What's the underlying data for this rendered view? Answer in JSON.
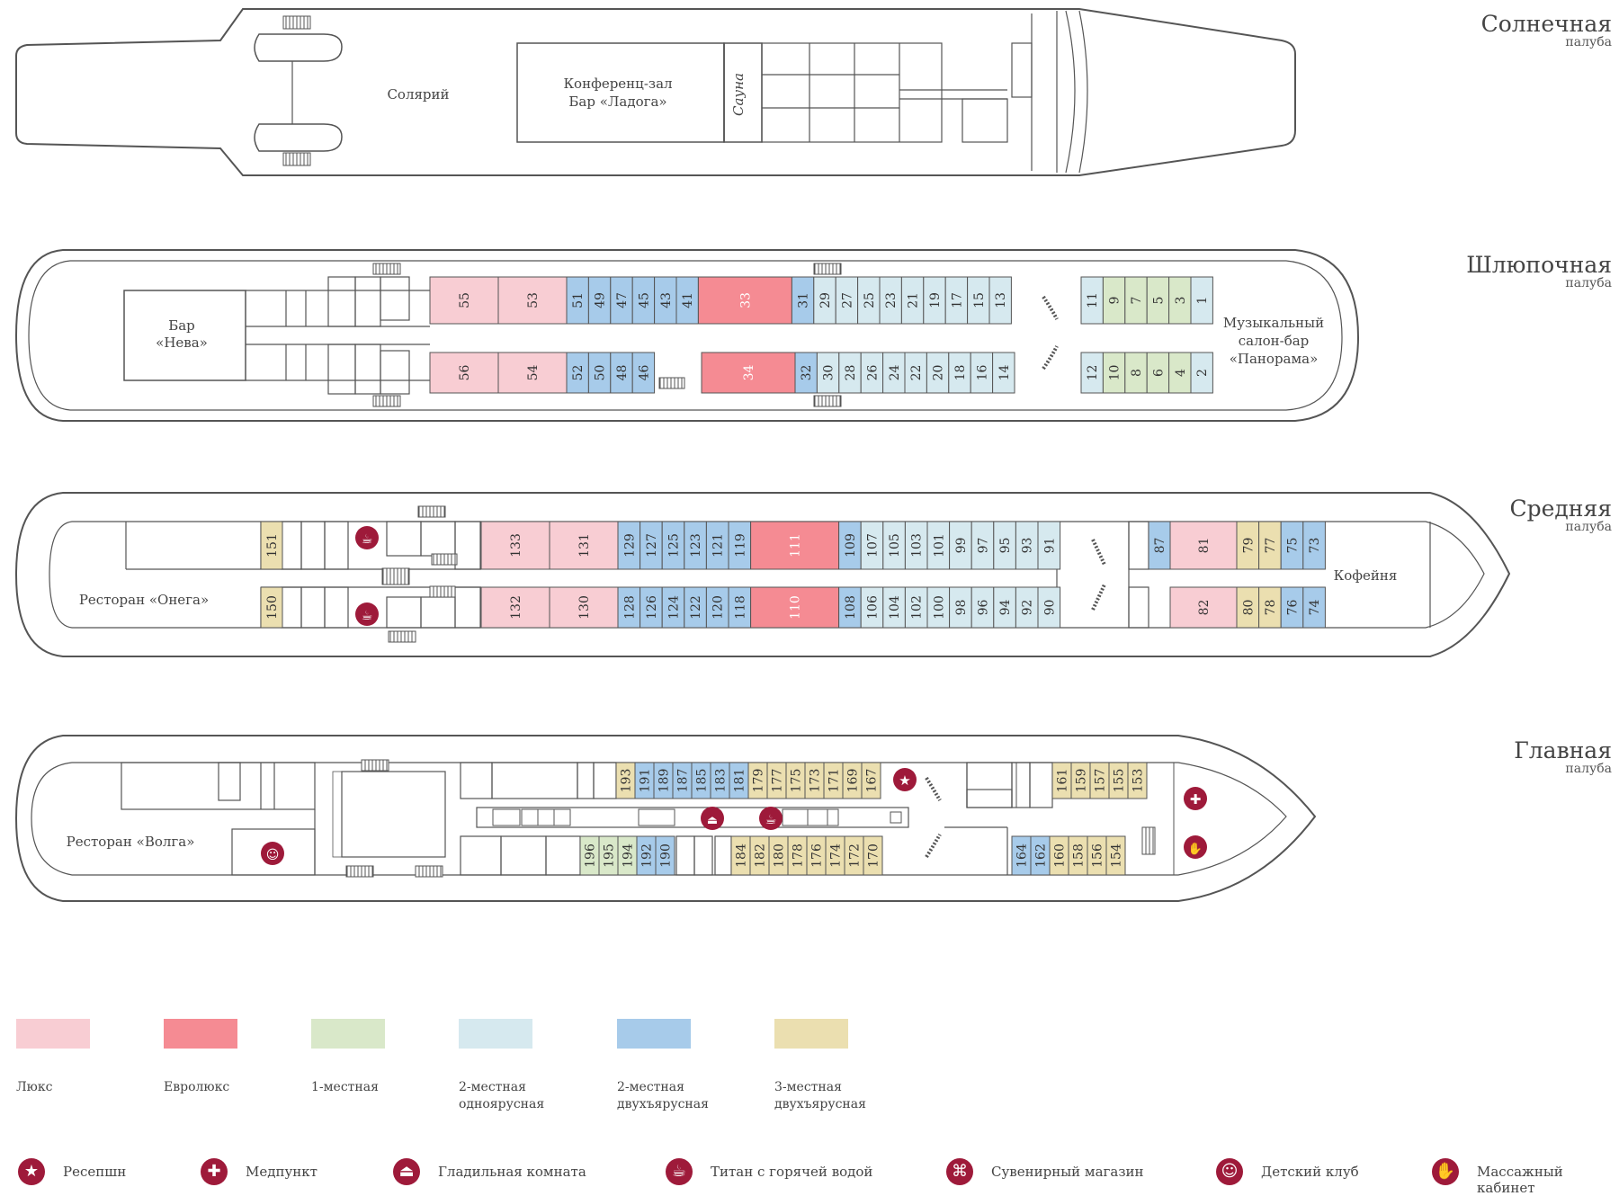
{
  "colors": {
    "lux": "#f8cdd3",
    "eurolux": "#f58b93",
    "single": "#d9e8c9",
    "double_single": "#d6e9ef",
    "double_bunk": "#a7cbea",
    "triple_bunk": "#ebdfb0",
    "stroke": "#555555",
    "accent": "#9e1a3a"
  },
  "decks": [
    {
      "title": "Солнечная",
      "subtitle": "палуба"
    },
    {
      "title": "Шлюпочная",
      "subtitle": "палуба"
    },
    {
      "title": "Средняя",
      "subtitle": "палуба"
    },
    {
      "title": "Главная",
      "subtitle": "палуба"
    }
  ],
  "areas": {
    "sun_solarium": "Солярий",
    "sun_conf_1": "Конференц-зал",
    "sun_conf_2": "Бар «Ладога»",
    "sun_sauna": "Сауна",
    "boat_bar_1": "Бар",
    "boat_bar_2": "«Нева»",
    "boat_music_1": "Музыкальный",
    "boat_music_2": "салон-бар",
    "boat_music_3": "«Панорама»",
    "mid_restaurant": "Ресторан «Онега»",
    "mid_cafe": "Кофейня",
    "main_restaurant": "Ресторан «Волга»"
  },
  "cabins": {
    "boat_top": [
      {
        "n": "55",
        "c": "lux"
      },
      {
        "n": "53",
        "c": "lux"
      },
      {
        "n": "51",
        "c": "double_bunk"
      },
      {
        "n": "49",
        "c": "double_bunk"
      },
      {
        "n": "47",
        "c": "double_bunk"
      },
      {
        "n": "45",
        "c": "double_bunk"
      },
      {
        "n": "43",
        "c": "double_bunk"
      },
      {
        "n": "41",
        "c": "double_bunk"
      },
      {
        "n": "33",
        "c": "eurolux"
      },
      {
        "n": "31",
        "c": "double_bunk"
      },
      {
        "n": "29",
        "c": "double_single"
      },
      {
        "n": "27",
        "c": "double_single"
      },
      {
        "n": "25",
        "c": "double_single"
      },
      {
        "n": "23",
        "c": "double_single"
      },
      {
        "n": "21",
        "c": "double_single"
      },
      {
        "n": "19",
        "c": "double_single"
      },
      {
        "n": "17",
        "c": "double_single"
      },
      {
        "n": "15",
        "c": "double_single"
      },
      {
        "n": "13",
        "c": "double_single"
      },
      {
        "n": "11",
        "c": "double_single"
      },
      {
        "n": "9",
        "c": "single"
      },
      {
        "n": "7",
        "c": "single"
      },
      {
        "n": "5",
        "c": "single"
      },
      {
        "n": "3",
        "c": "single"
      },
      {
        "n": "1",
        "c": "double_single"
      }
    ],
    "boat_bottom": [
      {
        "n": "56",
        "c": "lux"
      },
      {
        "n": "54",
        "c": "lux"
      },
      {
        "n": "52",
        "c": "double_bunk"
      },
      {
        "n": "50",
        "c": "double_bunk"
      },
      {
        "n": "48",
        "c": "double_bunk"
      },
      {
        "n": "46",
        "c": "double_bunk"
      },
      {
        "n": "34",
        "c": "eurolux"
      },
      {
        "n": "32",
        "c": "double_bunk"
      },
      {
        "n": "30",
        "c": "double_single"
      },
      {
        "n": "28",
        "c": "double_single"
      },
      {
        "n": "26",
        "c": "double_single"
      },
      {
        "n": "24",
        "c": "double_single"
      },
      {
        "n": "22",
        "c": "double_single"
      },
      {
        "n": "20",
        "c": "double_single"
      },
      {
        "n": "18",
        "c": "double_single"
      },
      {
        "n": "16",
        "c": "double_single"
      },
      {
        "n": "14",
        "c": "double_single"
      },
      {
        "n": "12",
        "c": "double_single"
      },
      {
        "n": "10",
        "c": "single"
      },
      {
        "n": "8",
        "c": "single"
      },
      {
        "n": "6",
        "c": "single"
      },
      {
        "n": "4",
        "c": "single"
      },
      {
        "n": "2",
        "c": "double_single"
      }
    ],
    "mid_top": [
      {
        "n": "151",
        "c": "triple_bunk"
      },
      {
        "n": "133",
        "c": "lux"
      },
      {
        "n": "131",
        "c": "lux"
      },
      {
        "n": "129",
        "c": "double_bunk"
      },
      {
        "n": "127",
        "c": "double_bunk"
      },
      {
        "n": "125",
        "c": "double_bunk"
      },
      {
        "n": "123",
        "c": "double_bunk"
      },
      {
        "n": "121",
        "c": "double_bunk"
      },
      {
        "n": "119",
        "c": "double_bunk"
      },
      {
        "n": "111",
        "c": "eurolux"
      },
      {
        "n": "109",
        "c": "double_bunk"
      },
      {
        "n": "107",
        "c": "double_single"
      },
      {
        "n": "105",
        "c": "double_single"
      },
      {
        "n": "103",
        "c": "double_single"
      },
      {
        "n": "101",
        "c": "double_single"
      },
      {
        "n": "99",
        "c": "double_single"
      },
      {
        "n": "97",
        "c": "double_single"
      },
      {
        "n": "95",
        "c": "double_single"
      },
      {
        "n": "93",
        "c": "double_single"
      },
      {
        "n": "91",
        "c": "double_single"
      },
      {
        "n": "87",
        "c": "double_bunk"
      },
      {
        "n": "81",
        "c": "lux"
      },
      {
        "n": "79",
        "c": "triple_bunk"
      },
      {
        "n": "77",
        "c": "triple_bunk"
      },
      {
        "n": "75",
        "c": "double_bunk"
      },
      {
        "n": "73",
        "c": "double_bunk"
      }
    ],
    "mid_bottom": [
      {
        "n": "150",
        "c": "triple_bunk"
      },
      {
        "n": "132",
        "c": "lux"
      },
      {
        "n": "130",
        "c": "lux"
      },
      {
        "n": "128",
        "c": "double_bunk"
      },
      {
        "n": "126",
        "c": "double_bunk"
      },
      {
        "n": "124",
        "c": "double_bunk"
      },
      {
        "n": "122",
        "c": "double_bunk"
      },
      {
        "n": "120",
        "c": "double_bunk"
      },
      {
        "n": "118",
        "c": "double_bunk"
      },
      {
        "n": "110",
        "c": "eurolux"
      },
      {
        "n": "108",
        "c": "double_bunk"
      },
      {
        "n": "106",
        "c": "double_single"
      },
      {
        "n": "104",
        "c": "double_single"
      },
      {
        "n": "102",
        "c": "double_single"
      },
      {
        "n": "100",
        "c": "double_single"
      },
      {
        "n": "98",
        "c": "double_single"
      },
      {
        "n": "96",
        "c": "double_single"
      },
      {
        "n": "94",
        "c": "double_single"
      },
      {
        "n": "92",
        "c": "double_single"
      },
      {
        "n": "90",
        "c": "double_single"
      },
      {
        "n": "82",
        "c": "lux"
      },
      {
        "n": "80",
        "c": "triple_bunk"
      },
      {
        "n": "78",
        "c": "triple_bunk"
      },
      {
        "n": "76",
        "c": "double_bunk"
      },
      {
        "n": "74",
        "c": "double_bunk"
      }
    ],
    "main_top": [
      {
        "n": "193",
        "c": "triple_bunk"
      },
      {
        "n": "191",
        "c": "double_bunk"
      },
      {
        "n": "189",
        "c": "double_bunk"
      },
      {
        "n": "187",
        "c": "double_bunk"
      },
      {
        "n": "185",
        "c": "double_bunk"
      },
      {
        "n": "183",
        "c": "double_bunk"
      },
      {
        "n": "181",
        "c": "double_bunk"
      },
      {
        "n": "179",
        "c": "triple_bunk"
      },
      {
        "n": "177",
        "c": "triple_bunk"
      },
      {
        "n": "175",
        "c": "triple_bunk"
      },
      {
        "n": "173",
        "c": "triple_bunk"
      },
      {
        "n": "171",
        "c": "triple_bunk"
      },
      {
        "n": "169",
        "c": "triple_bunk"
      },
      {
        "n": "167",
        "c": "triple_bunk"
      },
      {
        "n": "161",
        "c": "triple_bunk"
      },
      {
        "n": "159",
        "c": "triple_bunk"
      },
      {
        "n": "157",
        "c": "triple_bunk"
      },
      {
        "n": "155",
        "c": "triple_bunk"
      },
      {
        "n": "153",
        "c": "triple_bunk"
      }
    ],
    "main_bottom": [
      {
        "n": "196",
        "c": "single"
      },
      {
        "n": "195",
        "c": "single"
      },
      {
        "n": "194",
        "c": "single"
      },
      {
        "n": "192",
        "c": "double_bunk"
      },
      {
        "n": "190",
        "c": "double_bunk"
      },
      {
        "n": "184",
        "c": "triple_bunk"
      },
      {
        "n": "182",
        "c": "triple_bunk"
      },
      {
        "n": "180",
        "c": "triple_bunk"
      },
      {
        "n": "178",
        "c": "triple_bunk"
      },
      {
        "n": "176",
        "c": "triple_bunk"
      },
      {
        "n": "174",
        "c": "triple_bunk"
      },
      {
        "n": "172",
        "c": "triple_bunk"
      },
      {
        "n": "170",
        "c": "triple_bunk"
      },
      {
        "n": "164",
        "c": "double_bunk"
      },
      {
        "n": "162",
        "c": "double_bunk"
      },
      {
        "n": "160",
        "c": "triple_bunk"
      },
      {
        "n": "158",
        "c": "triple_bunk"
      },
      {
        "n": "156",
        "c": "triple_bunk"
      },
      {
        "n": "154",
        "c": "triple_bunk"
      }
    ]
  },
  "legend_categories": [
    {
      "key": "lux",
      "label_1": "Люкс",
      "label_2": ""
    },
    {
      "key": "eurolux",
      "label_1": "Евролюкс",
      "label_2": ""
    },
    {
      "key": "single",
      "label_1": "1-местная",
      "label_2": ""
    },
    {
      "key": "double_single",
      "label_1": "2-местная",
      "label_2": "одноярусная"
    },
    {
      "key": "double_bunk",
      "label_1": "2-местная",
      "label_2": "двухъярусная"
    },
    {
      "key": "triple_bunk",
      "label_1": "3-местная",
      "label_2": "двухъярусная"
    }
  ],
  "legend_icons": [
    {
      "icon": "star-icon",
      "glyph": "★",
      "label": "Ресепшн"
    },
    {
      "icon": "cross-icon",
      "glyph": "✚",
      "label": "Медпункт"
    },
    {
      "icon": "iron-icon",
      "glyph": "⏏",
      "label": "Гладильная комната"
    },
    {
      "icon": "kettle-icon",
      "glyph": "☕",
      "label": "Титан с горячей водой"
    },
    {
      "icon": "gift-icon",
      "glyph": "⌘",
      "label": "Сувенирный магазин"
    },
    {
      "icon": "teddy-icon",
      "glyph": "☺",
      "label": "Детский клуб"
    },
    {
      "icon": "hand-icon",
      "glyph": "✋",
      "label": "Массажный кабинет"
    }
  ]
}
